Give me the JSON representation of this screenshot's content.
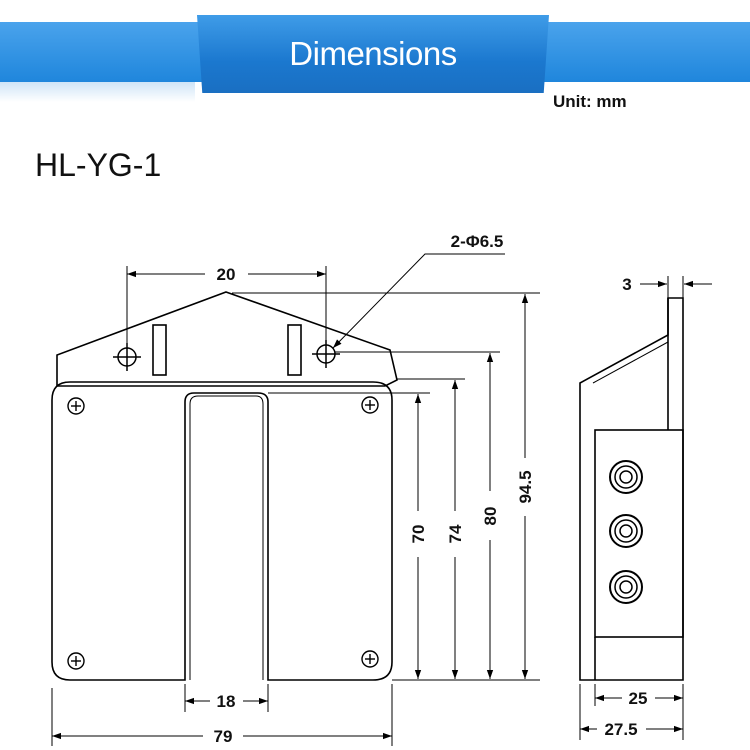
{
  "header": {
    "title": "Dimensions",
    "unit_label": "Unit: mm"
  },
  "model": "HL-YG-1",
  "dimensions": {
    "hole_spec": "2-Φ6.5",
    "hole_spacing": "20",
    "width_79": "79",
    "slot_18": "18",
    "h70": "70",
    "h74": "74",
    "h80": "80",
    "h94_5": "94.5",
    "tab_3": "3",
    "depth_25": "25",
    "depth_27_5": "27.5"
  }
}
